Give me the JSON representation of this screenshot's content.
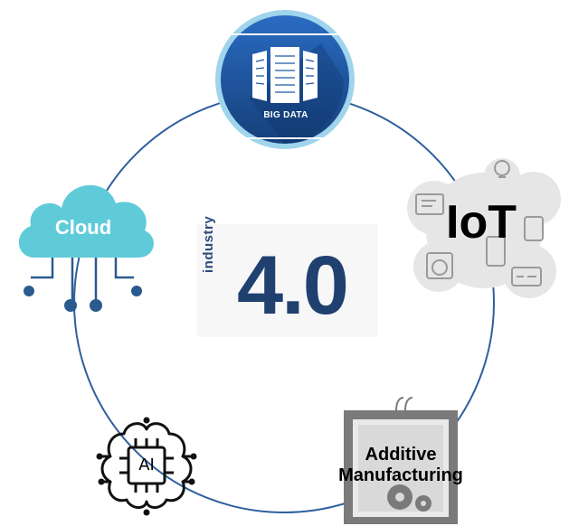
{
  "center": {
    "prefix": "industry",
    "version": "4.0"
  },
  "nodes": {
    "big_data": {
      "label": "BIG DATA",
      "icon": "server-rack-icon",
      "color": "#1c5aa6"
    },
    "iot": {
      "label": "IoT",
      "icon": "connected-devices-icon"
    },
    "additive_manufacturing": {
      "line1": "Additive",
      "line2": "Manufacturing",
      "icon": "3d-printer-icon"
    },
    "ai": {
      "label": "AI",
      "icon": "ai-chip-brain-icon"
    },
    "cloud": {
      "label": "Cloud",
      "icon": "cloud-network-icon",
      "color": "#5fcbd8"
    }
  },
  "colors": {
    "ring": "#2f5f9e",
    "text_dark": "#20406f",
    "cloud_nodes": "#2b5a8f"
  }
}
